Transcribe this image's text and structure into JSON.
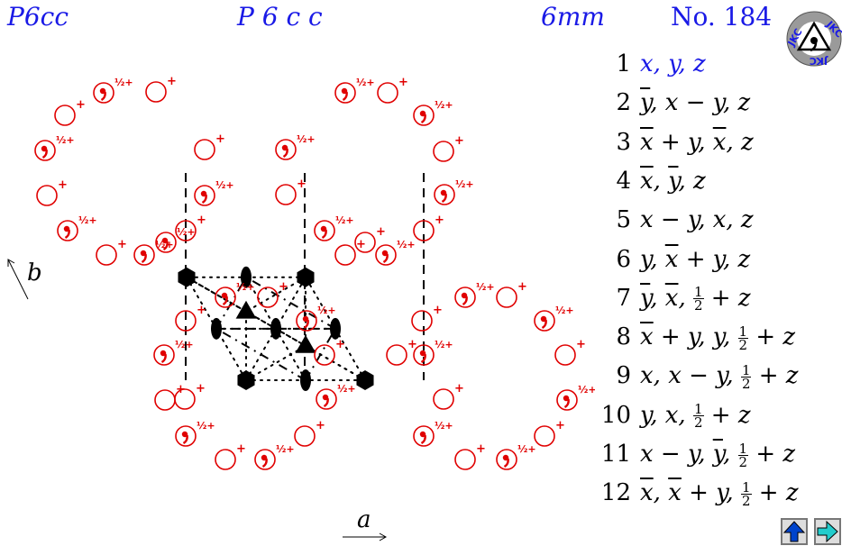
{
  "header": {
    "short_symbol": "P6cc",
    "full_symbol": "P 6 c c",
    "point_group": "6mm",
    "number_label": "No. 184"
  },
  "logo": {
    "text": "JKC"
  },
  "axes": {
    "a_label": "a",
    "b_label": "b"
  },
  "operations": [
    {
      "num": "1",
      "parts": [
        [
          "x, y, z",
          ""
        ]
      ]
    },
    {
      "num": "2",
      "parts": [
        [
          "y",
          "ov"
        ],
        [
          ", x − y, z",
          ""
        ]
      ]
    },
    {
      "num": "3",
      "parts": [
        [
          "x",
          "ov"
        ],
        [
          " + y, ",
          ""
        ],
        [
          "x",
          "ov"
        ],
        [
          ", z",
          ""
        ]
      ]
    },
    {
      "num": "4",
      "parts": [
        [
          "x",
          "ov"
        ],
        [
          ", ",
          ""
        ],
        [
          "y",
          "ov"
        ],
        [
          ", z",
          ""
        ]
      ]
    },
    {
      "num": "5",
      "parts": [
        [
          "x − y, x, z",
          ""
        ]
      ]
    },
    {
      "num": "6",
      "parts": [
        [
          "y, ",
          ""
        ],
        [
          "x",
          "ov"
        ],
        [
          " + y, z",
          ""
        ]
      ]
    },
    {
      "num": "7",
      "parts": [
        [
          "y",
          "ov"
        ],
        [
          ", ",
          ""
        ],
        [
          "x",
          "ov"
        ],
        [
          ", ",
          ""
        ],
        [
          "½",
          "frac"
        ],
        [
          " + z",
          ""
        ]
      ]
    },
    {
      "num": "8",
      "parts": [
        [
          "x",
          "ov"
        ],
        [
          " + y, y, ",
          ""
        ],
        [
          "½",
          "frac"
        ],
        [
          " + z",
          ""
        ]
      ]
    },
    {
      "num": "9",
      "parts": [
        [
          "x, x − y, ",
          ""
        ],
        [
          "½",
          "frac"
        ],
        [
          " + z",
          ""
        ]
      ]
    },
    {
      "num": "10",
      "parts": [
        [
          "y, x, ",
          ""
        ],
        [
          "½",
          "frac"
        ],
        [
          " + z",
          ""
        ]
      ]
    },
    {
      "num": "11",
      "parts": [
        [
          "x − y, ",
          ""
        ],
        [
          "y",
          "ov"
        ],
        [
          ", ",
          ""
        ],
        [
          "½",
          "frac"
        ],
        [
          " + z",
          ""
        ]
      ]
    },
    {
      "num": "12",
      "parts": [
        [
          "x",
          "ov"
        ],
        [
          ", ",
          ""
        ],
        [
          "x",
          "ov"
        ],
        [
          " + y, ",
          ""
        ],
        [
          "½",
          "frac"
        ],
        [
          " + z",
          ""
        ]
      ]
    }
  ],
  "nav": {
    "up_icon": "up-arrow-icon",
    "next_icon": "right-arrow-icon"
  },
  "colors": {
    "title": "#1a1ae6",
    "positions": "#e00000",
    "symbols": "#000000",
    "nav_up": "#0044cc",
    "nav_next": "#22cccc"
  },
  "position_superscripts": {
    "plus": "+",
    "half_plus": "½+"
  }
}
